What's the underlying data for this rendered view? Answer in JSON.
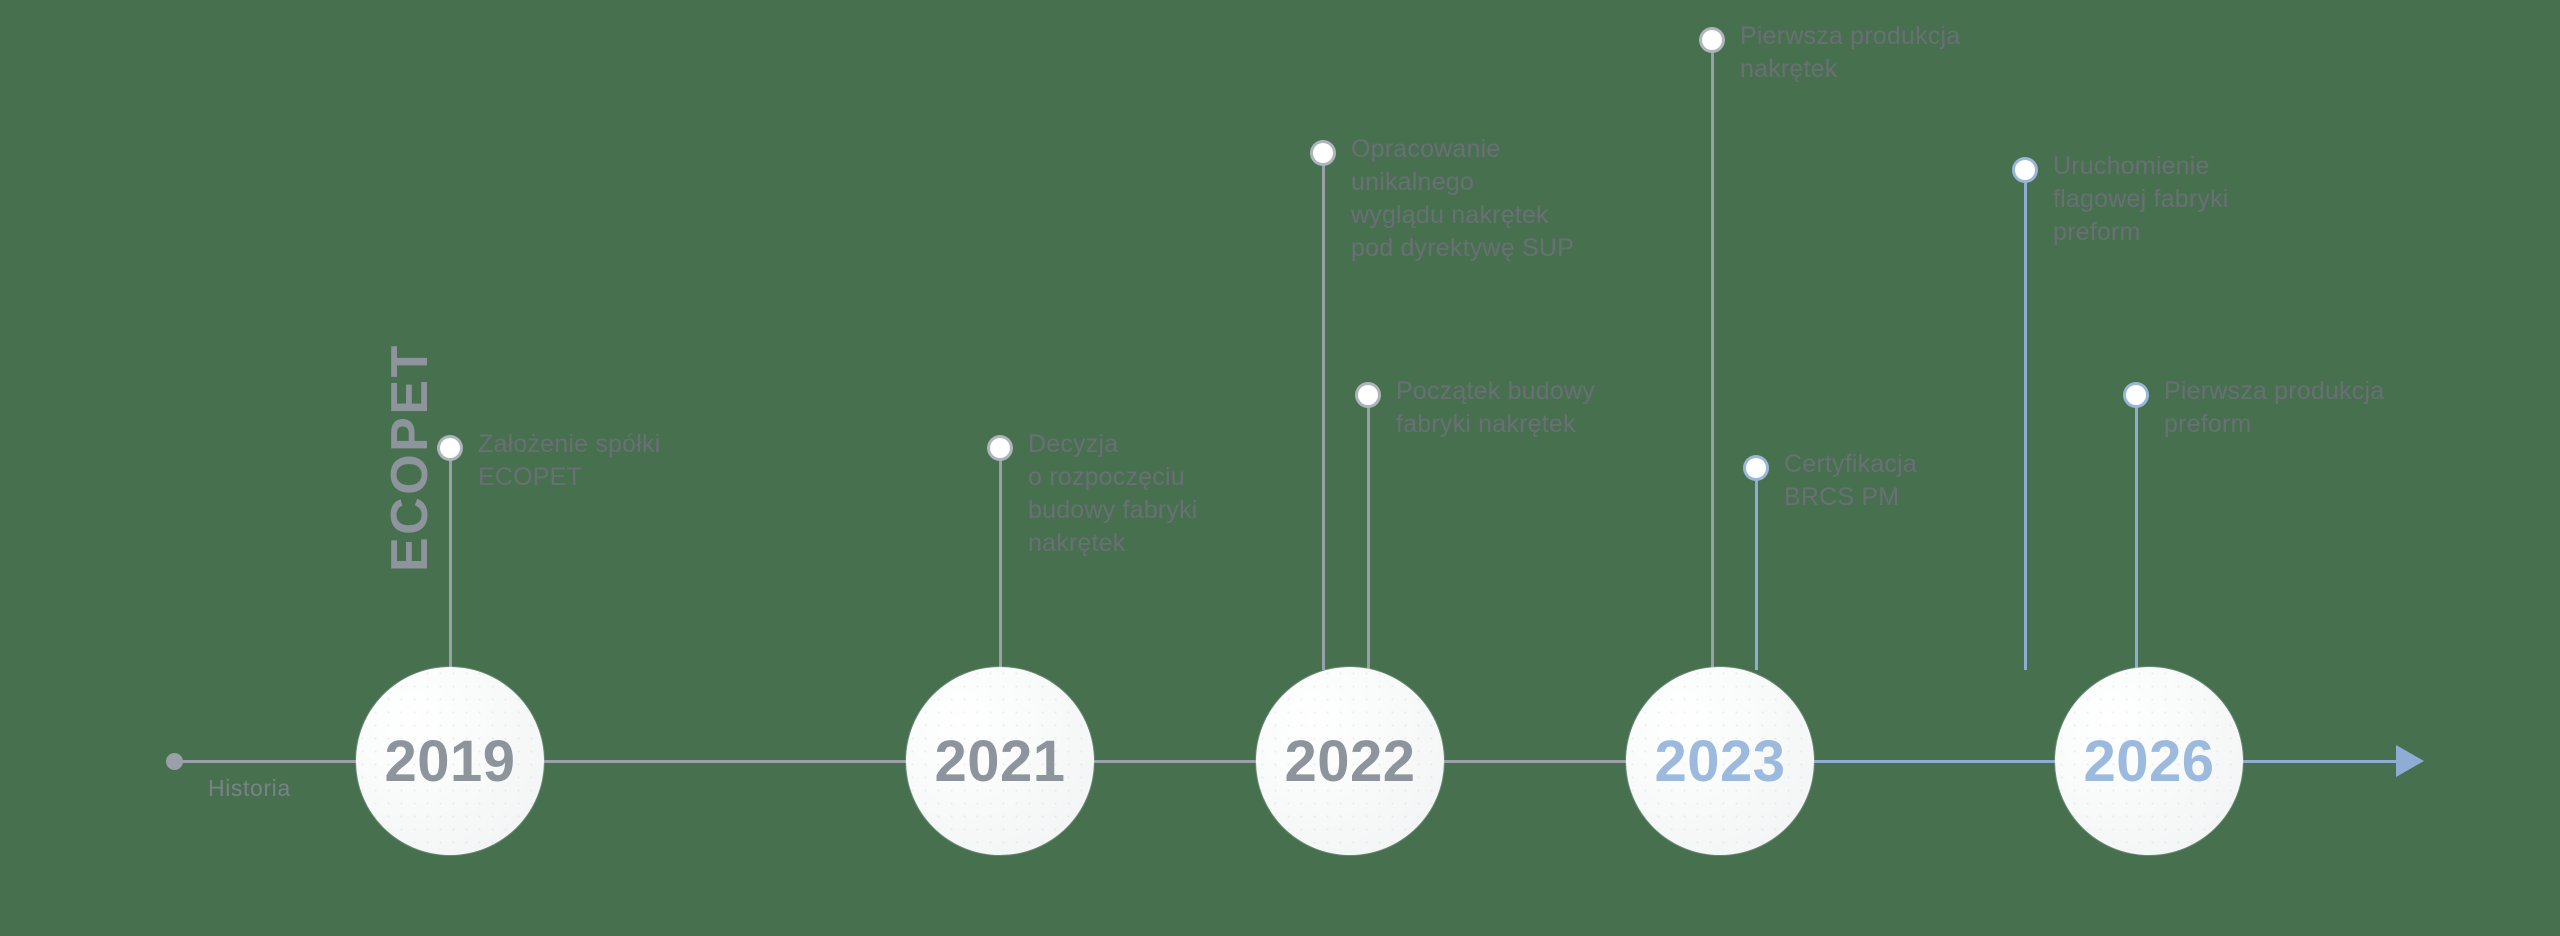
{
  "brand": {
    "wordmark": "ECOPET"
  },
  "axis": {
    "caption": "Historia",
    "start_dot": "axis-start-dot",
    "arrow": "axis-arrow-right",
    "gray_color": "#9aa0a8",
    "blue_color": "#8fadd4"
  },
  "colors": {
    "background": "#47704f",
    "node_fill": "#f6f8f8",
    "year_gray": "#8d949c",
    "year_blue": "#9cbadd",
    "text": "#6a6f75",
    "stem_gray": "#9aa0a8",
    "stem_blue": "#8fadd4"
  },
  "milestones": [
    {
      "year": "2019",
      "accent": "gray",
      "events": [
        {
          "text": "Założenie spółki\nECOPET",
          "accent": "gray"
        }
      ]
    },
    {
      "year": "2021",
      "accent": "gray",
      "events": [
        {
          "text": "Decyzja\no rozpoczęciu\nbudowy fabryki\nnakrętek",
          "accent": "gray"
        }
      ]
    },
    {
      "year": "2022",
      "accent": "gray",
      "events": [
        {
          "text": "Opracowanie\nunikalnego\nwyglądu nakrętek\npod dyrektywę SUP",
          "accent": "gray"
        },
        {
          "text": "Początek budowy\nfabryki nakrętek",
          "accent": "gray"
        }
      ]
    },
    {
      "year": "2023",
      "accent": "blue",
      "events": [
        {
          "text": "Pierwsza produkcja\nnakrętek",
          "accent": "gray"
        },
        {
          "text": "Certyfikacja\nBRCS PM",
          "accent": "blue"
        }
      ]
    },
    {
      "year": "2026",
      "accent": "blue",
      "events": [
        {
          "text": "Uruchomienie\nflagowej fabryki\npreform",
          "accent": "blue"
        },
        {
          "text": "Pierwsza produkcja\npreform",
          "accent": "blue"
        }
      ]
    }
  ]
}
